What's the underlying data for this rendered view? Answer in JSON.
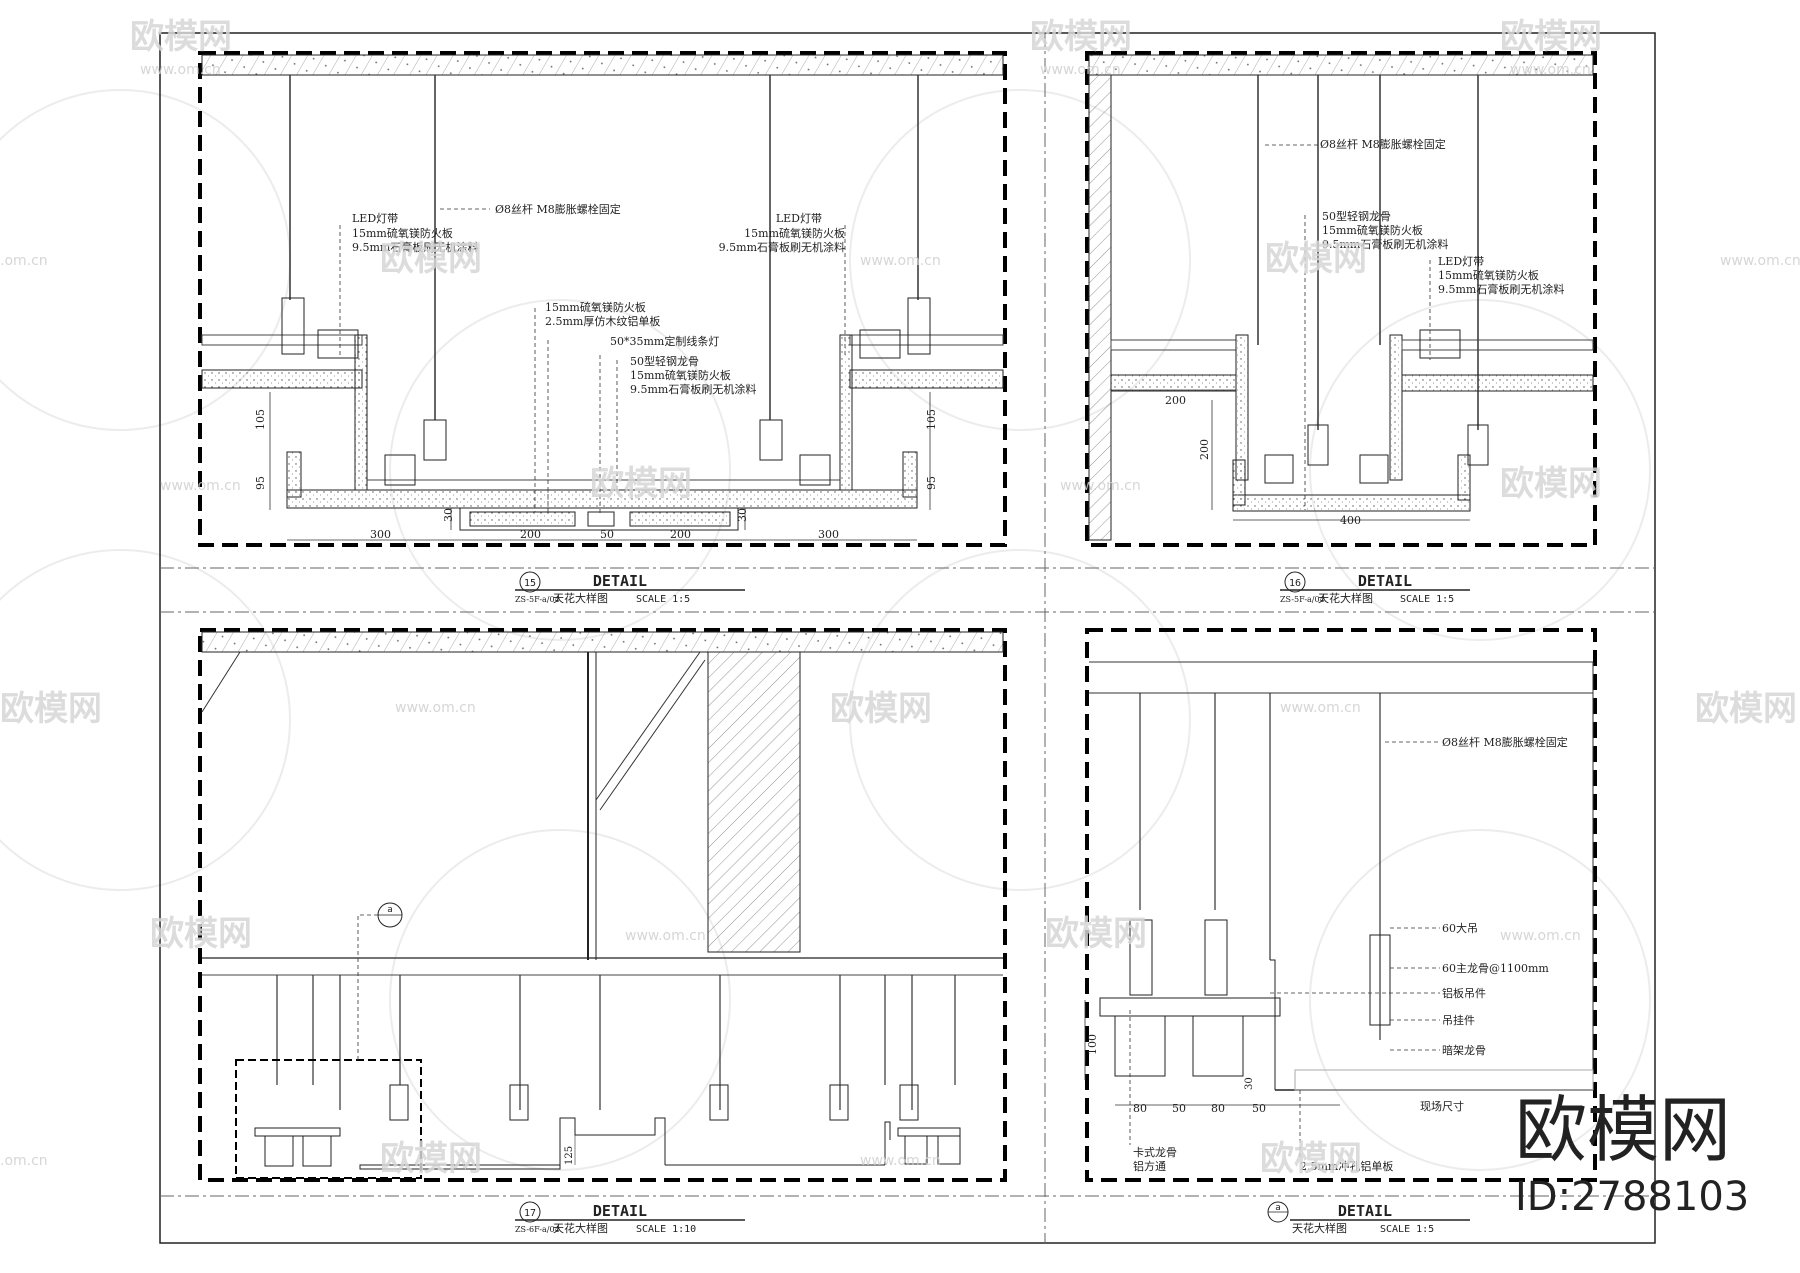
{
  "watermarks": {
    "logo": "欧模网",
    "url": "www.om.cn",
    "url_edge": ".om.cn",
    "logo_edge": "欧模网",
    "brand_large": "欧模网",
    "id_text": "ID:2788103"
  },
  "panels": {
    "p15": {
      "number": "15",
      "title": "DETAIL",
      "subtitle": "天花大样图",
      "scale": "SCALE 1:5",
      "prefix": "ZS-5F-a/04",
      "notes_left": [
        "LED灯带",
        "15mm硫氧镁防火板",
        "9.5mm石膏板刷无机涂料"
      ],
      "note_rod": "Ø8丝杆 M8膨胀螺栓固定",
      "notes_right": [
        "LED灯带",
        "15mm硫氧镁防火板",
        "9.5mm石膏板刷无机涂料"
      ],
      "notes_center_a": [
        "15mm硫氧镁防火板",
        "2.5mm厚仿木纹铝单板"
      ],
      "note_light": "50*35mm定制线条灯",
      "notes_center_b": [
        "50型轻钢龙骨",
        "15mm硫氧镁防火板",
        "9.5mm石膏板刷无机涂料"
      ],
      "dims": {
        "v105": "105",
        "v95": "95",
        "v30": "30",
        "h300": "300",
        "h200": "200",
        "h50": "50"
      }
    },
    "p16": {
      "number": "16",
      "title": "DETAIL",
      "subtitle": "天花大样图",
      "scale": "SCALE 1:5",
      "prefix": "ZS-5F-a/04",
      "note_rod": "Ø8丝杆 M8膨胀螺栓固定",
      "notes_a": [
        "50型轻钢龙骨",
        "15mm硫氧镁防火板",
        "9.5mm石膏板刷无机涂料"
      ],
      "notes_b": [
        "LED灯带",
        "15mm硫氧镁防火板",
        "9.5mm石膏板刷无机涂料"
      ],
      "dims": {
        "h200": "200",
        "v200": "200",
        "h400": "400"
      }
    },
    "p17": {
      "number": "17",
      "title": "DETAIL",
      "subtitle": "天花大样图",
      "scale": "SCALE 1:10",
      "prefix": "ZS-6F-a/04",
      "callout": "a",
      "dims": {
        "v125": "125"
      }
    },
    "pa": {
      "number": "a",
      "title": "DETAIL",
      "subtitle": "天花大样图",
      "scale": "SCALE 1:5",
      "note_rod": "Ø8丝杆 M8膨胀螺栓固定",
      "notes_right": [
        "60大吊",
        "60主龙骨@1100mm",
        "铝板吊件",
        "吊挂件",
        "暗架龙骨"
      ],
      "notes_bottom": [
        "卡式龙骨",
        "铝方通"
      ],
      "note_panel": "2.5mm冲孔铝单板",
      "note_field": "现场尺寸",
      "dims": {
        "v100": "100",
        "v30": "30",
        "h80a": "80",
        "h50a": "50",
        "h80b": "80",
        "h50b": "50"
      }
    }
  }
}
